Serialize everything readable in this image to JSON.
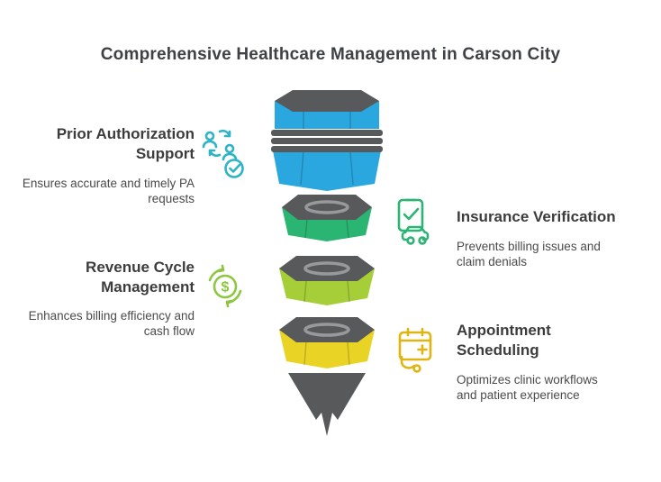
{
  "title": "Comprehensive Healthcare Management in Carson City",
  "items": [
    {
      "heading": "Prior Authorization Support",
      "description": "Ensures accurate and timely PA requests",
      "color": "#2fb4c6",
      "icon": "people-transfer-check-icon"
    },
    {
      "heading": "Insurance Verification",
      "description": "Prevents billing issues and claim denials",
      "color": "#2bb573",
      "icon": "clipboard-check-car-icon"
    },
    {
      "heading": "Revenue Cycle Management",
      "description": "Enhances billing efficiency and cash flow",
      "color": "#8dc63f",
      "glyph": "$",
      "icon": "dollar-cycle-icon"
    },
    {
      "heading": "Appointment Scheduling",
      "description": "Optimizes clinic workflows and patient experience",
      "color": "#dfb511",
      "icon": "calendar-medical-icon"
    }
  ],
  "funnel": {
    "gray": "#58595b",
    "ring_color": "#97999b",
    "segments": [
      {
        "label": "stage-1",
        "color": "#2aa7de"
      },
      {
        "label": "stage-2",
        "color": "#2bb573"
      },
      {
        "label": "stage-3",
        "color": "#a6ce39"
      },
      {
        "label": "stage-4",
        "color": "#e9d426"
      }
    ]
  }
}
